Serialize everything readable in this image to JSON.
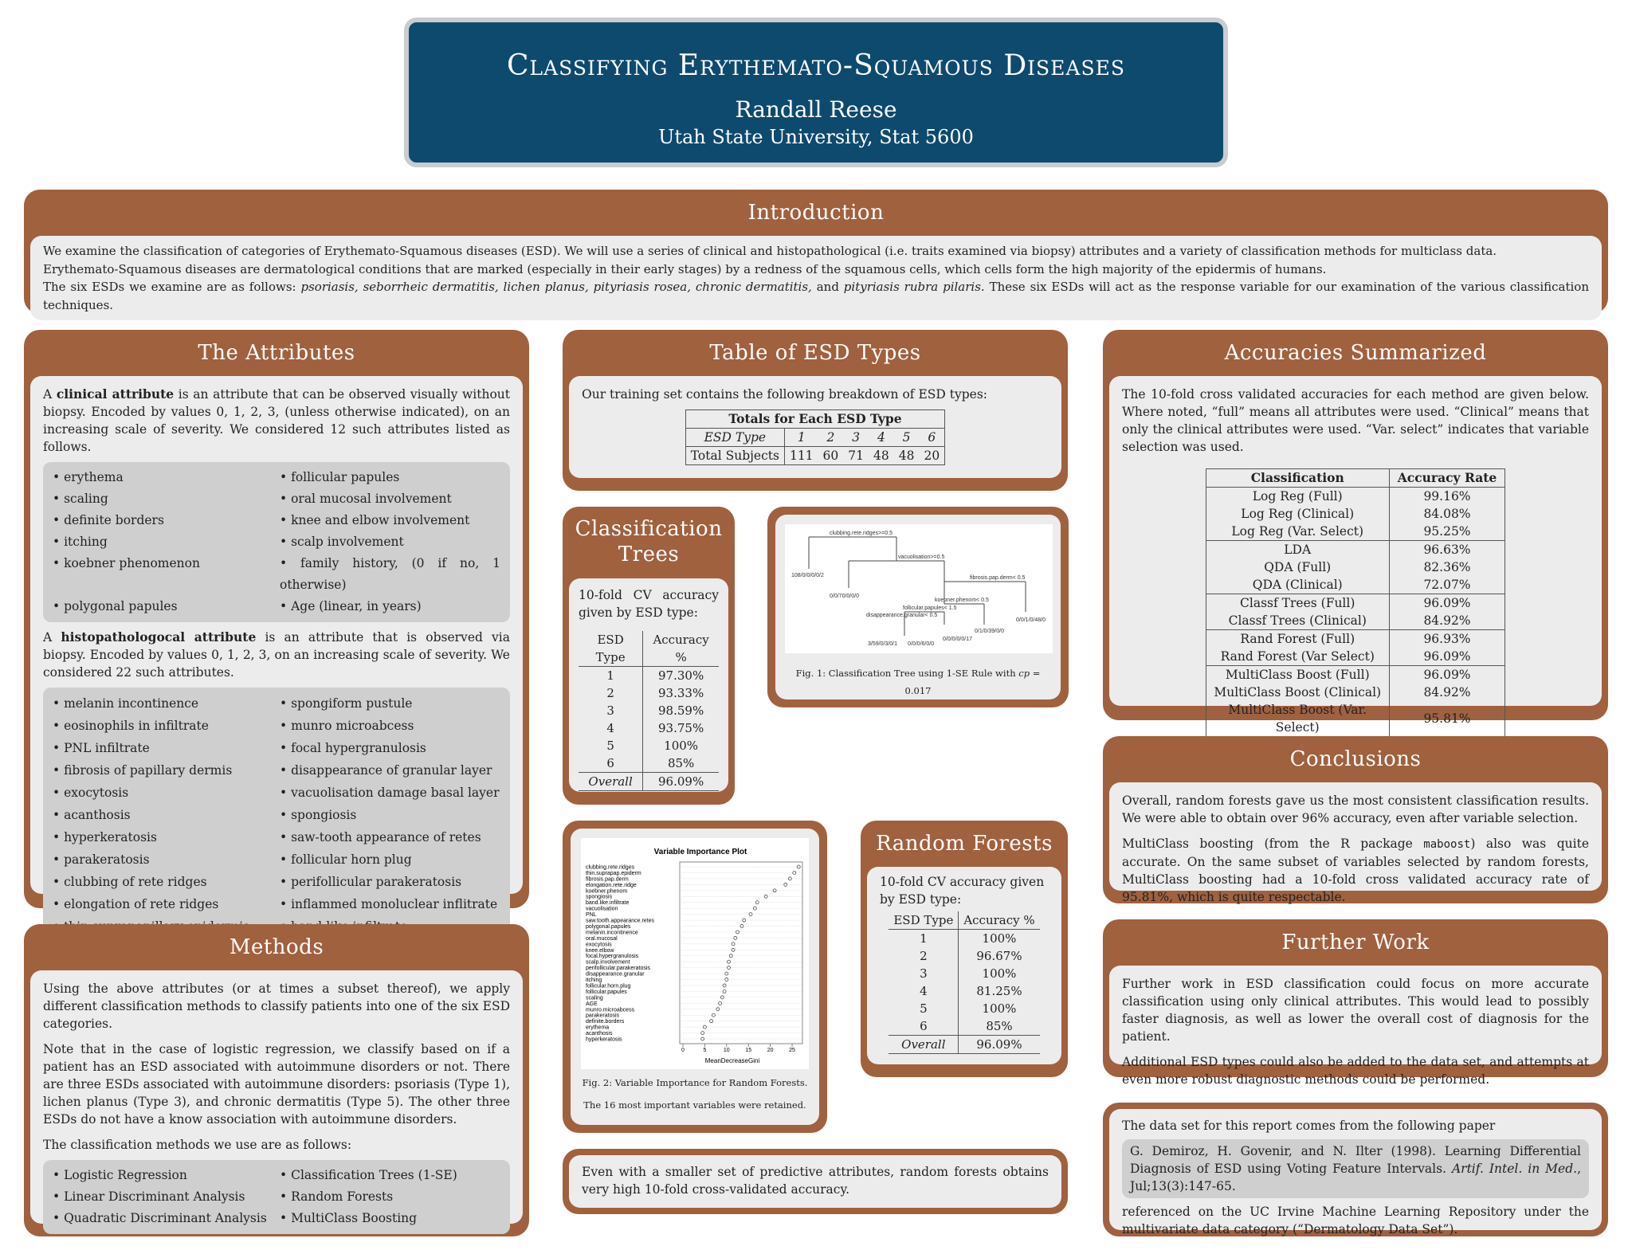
{
  "header": {
    "title": "Classifying Erythemato-Squamous Diseases",
    "author": "Randall Reese",
    "affiliation": "Utah State University, Stat 5600"
  },
  "intro": {
    "title": "Introduction",
    "p1": "We examine the classification of categories of Erythemato-Squamous diseases (ESD). We will use a series of clinical and histopathological (i.e. traits examined via biopsy) attributes and a variety of classification methods for multiclass data.",
    "p2": "Erythemato-Squamous diseases are dermatological conditions that are marked (especially in their early stages) by a redness of the squamous cells, which cells form the high majority of the epidermis of humans.",
    "p3a": "The six ESDs we examine are as follows: ",
    "p3b": "psoriasis, seborrheic dermatitis, lichen planus, pityriasis rosea, chronic dermatitis,",
    "p3c": " and ",
    "p3d": "pityriasis rubra pilaris.",
    "p3e": " These six ESDs will act as the response variable for our examination of the various classification techniques."
  },
  "attributes": {
    "title": "The Attributes",
    "clin_a": "A ",
    "clin_b": "clinical attribute",
    "clin_c": " is an attribute that can be observed visually without biopsy. Encoded by values 0, 1, 2, 3, (unless otherwise indicated), on an increasing scale of severity. We considered 12 such attributes listed as follows.",
    "clinical": [
      "erythema",
      "follicular papules",
      "scaling",
      "oral mucosal involvement",
      "definite borders",
      "knee and elbow involvement",
      "itching",
      "scalp involvement",
      "koebner phenomenon",
      "family history, (0 if no, 1 otherwise)",
      "polygonal papules",
      "Age (linear, in years)"
    ],
    "hist_a": "A ",
    "hist_b": "histopathologocal attribute",
    "hist_c": " is an attribute that is observed via biopsy. Encoded by values 0, 1, 2, 3, on an increasing scale of severity. We considered 22 such attributes.",
    "histo": [
      "melanin incontinence",
      "spongiform pustule",
      "eosinophils in infiltrate",
      "munro microabcess",
      "PNL infiltrate",
      "focal hypergranulosis",
      "fibrosis of papillary dermis",
      "disappearance of granular layer",
      "exocytosis",
      "vacuolisation damage basal layer",
      "acanthosis",
      "spongiosis",
      "hyperkeratosis",
      "saw-tooth appearance of retes",
      "parakeratosis",
      "follicular horn plug",
      "clubbing of rete ridges",
      "perifollicular parakeratosis",
      "elongation of rete ridges",
      "inflammed monoluclear inflitrate",
      "thin suprapapillary epidermis",
      "band-like infiltrate"
    ]
  },
  "methods": {
    "title": "Methods",
    "p1": "Using the above attributes (or at times a subset thereof), we apply different classification methods to classify patients into one of the six ESD categories.",
    "p2": "Note that in the case of logistic regression, we classify based on if a patient has an ESD associated with autoimmune disorders or not. There are three ESDs associated with autoimmune disorders: psoriasis (Type 1), lichen planus (Type 3), and chronic dermatitis (Type 5). The other three ESDs do not have a know association with autoimmune disorders.",
    "p3": "The classification methods we use are as follows:",
    "list": [
      "Logistic Regression",
      "Classification Trees (1-SE)",
      "Linear Discriminant Analysis",
      "Random Forests",
      "Quadratic Discriminant Analysis",
      "MultiClass Boosting"
    ]
  },
  "esd": {
    "title": "Table of ESD Types",
    "intro": "Our training set contains the following breakdown of ESD types:",
    "caption": "Totals for Each ESD Type",
    "row1": "ESD Type",
    "row2": "Total Subjects",
    "types": [
      "1",
      "2",
      "3",
      "4",
      "5",
      "6"
    ],
    "totals": [
      "111",
      "60",
      "71",
      "48",
      "48",
      "20"
    ]
  },
  "trees": {
    "title": "Classification Trees",
    "intro": "10-fold CV accuracy given by ESD type:",
    "h1": "ESD Type",
    "h2": "Accuracy %",
    "rows": [
      [
        "1",
        "97.30%"
      ],
      [
        "2",
        "93.33%"
      ],
      [
        "3",
        "98.59%"
      ],
      [
        "4",
        "93.75%"
      ],
      [
        "5",
        "100%"
      ],
      [
        "6",
        "85%"
      ]
    ],
    "overall": "Overall",
    "overall_val": "96.09%"
  },
  "fig1": {
    "caption_a": "Fig. 1: Classification Tree using 1-SE Rule with ",
    "caption_b": "cp",
    "caption_c": " = 0.017",
    "nodes": [
      "clubbing.rete.ridges>=0.5",
      "108/0/0/0/0/2",
      "vacuolisation>=0.5",
      "0/0/70/0/0/0",
      "fibrosis.pap.derm< 0.5",
      "koebner.phenom< 0.5",
      "0/0/1/0/48/0",
      "follicular.papules< 1.5",
      "disappearance.granular< 0.5",
      "0/1/0/39/0/0",
      "3/59/0/3/0/1",
      "0/0/0/6/0/0",
      "0/0/0/0/0/17"
    ]
  },
  "fig2": {
    "title": "Variable Importance Plot",
    "xlabel": "MeanDecreaseGini",
    "ticks": [
      "0",
      "5",
      "10",
      "15",
      "20",
      "25"
    ],
    "caption1": "Fig. 2: Variable Importance for Random Forests.",
    "caption2": "The 16 most important variables were retained."
  },
  "chart_data": {
    "type": "scatter",
    "title": "Variable Importance Plot",
    "xlabel": "MeanDecreaseGini",
    "ylabel": "",
    "xlim": [
      0,
      27
    ],
    "categories": [
      "clubbing.rete.ridges",
      "thin.suprapap.epiderm",
      "fibrosis.pap.derm",
      "elongation.rete.ridge",
      "koebner.phenom",
      "spongiosis",
      "band.like.infiltrate",
      "vacuolisation",
      "PNL",
      "saw.tooth.appearance.retes",
      "polygonal.papules",
      "melanin.incontinence",
      "oral.mucosal",
      "exocytosis",
      "knee.elbow",
      "focal.hypergranulosis",
      "scalp.involvement",
      "perifollicular.parakeratosis",
      "disappearance.granular",
      "itching",
      "follicular.horn.plug",
      "follicular.papules",
      "scaling",
      "AGE",
      "munro.microabcess",
      "parakeratosis",
      "definite.borders",
      "erythema",
      "acanthosis",
      "hyperkeratosis"
    ],
    "values": [
      26.5,
      25.5,
      24.5,
      23.5,
      21,
      19,
      17,
      16.5,
      15.5,
      14,
      13.5,
      12.5,
      12,
      11.5,
      11.5,
      11,
      10.5,
      10.5,
      10,
      10,
      9.5,
      9.5,
      9,
      8.5,
      8,
      7,
      6.5,
      5,
      4.5,
      4.5
    ]
  },
  "rf": {
    "title": "Random Forests",
    "intro": "10-fold CV accuracy given by ESD type:",
    "h1": "ESD Type",
    "h2": "Accuracy %",
    "rows": [
      [
        "1",
        "100%"
      ],
      [
        "2",
        "96.67%"
      ],
      [
        "3",
        "100%"
      ],
      [
        "4",
        "81.25%"
      ],
      [
        "5",
        "100%"
      ],
      [
        "6",
        "85%"
      ]
    ],
    "overall": "Overall",
    "overall_val": "96.09%"
  },
  "rfnote": "Even with a smaller set of predictive attributes, random forests obtains very high 10-fold cross-validated accuracy.",
  "acc": {
    "title": "Accuracies Summarized",
    "intro": "The 10-fold cross validated accuracies for each method are given below. Where noted, “full” means all attributes were used. “Clinical” means that only the clinical attributes were used. “Var. select” indicates that variable selection was used.",
    "h1": "Classification",
    "h2": "Accuracy Rate",
    "groups": [
      [
        [
          "Log Reg (Full)",
          "99.16%"
        ],
        [
          "Log Reg (Clinical)",
          "84.08%"
        ],
        [
          "Log Reg (Var. Select)",
          "95.25%"
        ]
      ],
      [
        [
          "LDA",
          "96.63%"
        ],
        [
          "QDA (Full)",
          "82.36%"
        ],
        [
          "QDA (Clinical)",
          "72.07%"
        ]
      ],
      [
        [
          "Classf Trees (Full)",
          "96.09%"
        ],
        [
          "Classf Trees (Clinical)",
          "84.92%"
        ]
      ],
      [
        [
          "Rand Forest (Full)",
          "96.93%"
        ],
        [
          "Rand Forest (Var Select)",
          "96.09%"
        ]
      ],
      [
        [
          "MultiClass Boost (Full)",
          "96.09%"
        ],
        [
          "MultiClass Boost (Clinical)",
          "84.92%"
        ],
        [
          "MultiClass Boost (Var. Select)",
          "95.81%"
        ]
      ]
    ]
  },
  "concl": {
    "title": "Conclusions",
    "p1": "Overall, random forests gave us the most consistent classification results. We were able to obtain over 96% accuracy, even after variable selection.",
    "p2a": "MultiClass boosting (from the R package ",
    "p2b": "maboost",
    "p2c": ") also was quite accurate. On the same subset of variables selected by random forests, MultiClass boosting had a 10-fold cross validated accuracy rate of 95.81%, which is quite respectable."
  },
  "further": {
    "title": "Further Work",
    "p1": "Further work in ESD classification could focus on more accurate classification using only clinical attributes. This would lead to possibly faster diagnosis, as well as lower the overall cost of diagnosis for the patient.",
    "p2": "Additional ESD types could also be added to the data set, and attempts at even more robust diagnostic methods could be performed."
  },
  "data": {
    "p1": "The data set for this report comes from the following paper",
    "ref_a": "G. Demiroz, H. Govenir, and N. Ilter (1998). Learning Differential Diagnosis of ESD using Voting Feature Intervals. ",
    "ref_b": "Artif. Intel. in Med.",
    "ref_c": ", Jul;13(3):147-65.",
    "p2": "referenced on the UC Irvine Machine Learning Repository under the multivariate data category (“Dermatology Data Set”)."
  }
}
